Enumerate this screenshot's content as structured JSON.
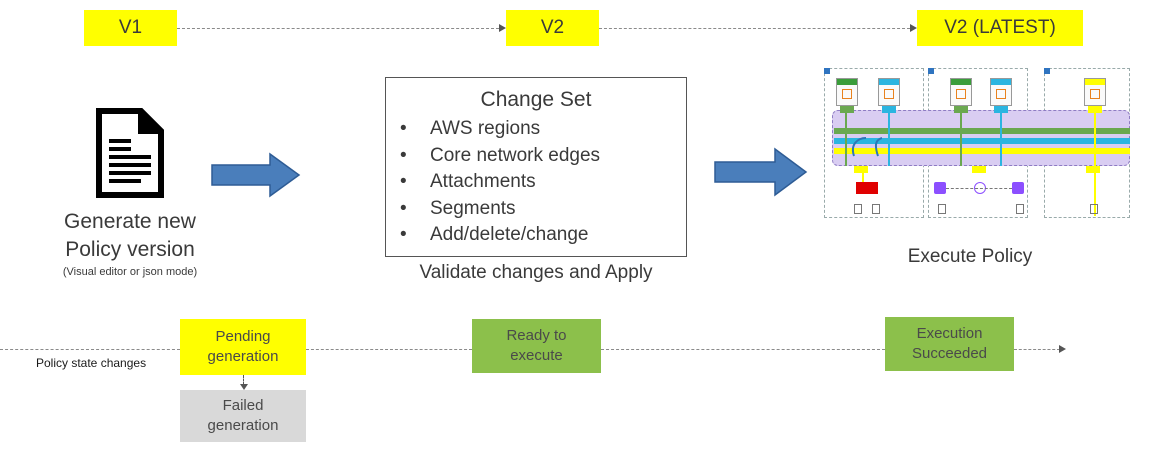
{
  "versions": [
    {
      "label": "V1"
    },
    {
      "label": "V2"
    },
    {
      "label": "V2 (LATEST)"
    }
  ],
  "stage1": {
    "line1": "Generate new",
    "line2": "Policy version",
    "note": "(Visual editor or json mode)"
  },
  "change_set": {
    "title": "Change Set",
    "items": [
      "AWS regions",
      "Core network edges",
      "Attachments",
      "Segments",
      "Add/delete/change"
    ],
    "caption": "Validate changes and Apply"
  },
  "stage3": {
    "caption": "Execute Policy"
  },
  "states": {
    "label": "Policy state changes",
    "pending": {
      "line1": "Pending",
      "line2": "generation"
    },
    "failed": {
      "line1": "Failed",
      "line2": "generation"
    },
    "ready": {
      "line1": "Ready to",
      "line2": "execute"
    },
    "succeeded": {
      "line1": "Execution",
      "line2": "Succeeded"
    }
  },
  "colors": {
    "yellow": "#ffff00",
    "green": "#8cc04b",
    "gray": "#d9d9d9",
    "arrow_blue": "#4a7ebb",
    "arrow_stroke": "#2e5c95"
  }
}
